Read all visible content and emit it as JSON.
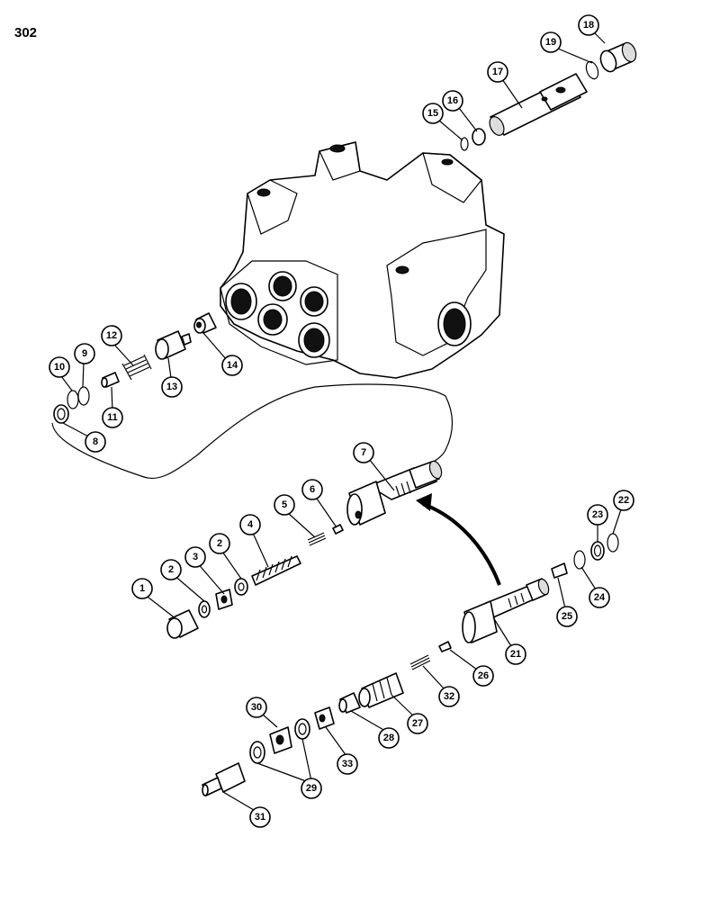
{
  "page": {
    "number": "302"
  },
  "callouts": [
    {
      "label": "1"
    },
    {
      "label": "2"
    },
    {
      "label": "3"
    },
    {
      "label": "2"
    },
    {
      "label": "4"
    },
    {
      "label": "5"
    },
    {
      "label": "6"
    },
    {
      "label": "7"
    },
    {
      "label": "8"
    },
    {
      "label": "9"
    },
    {
      "label": "10"
    },
    {
      "label": "11"
    },
    {
      "label": "12"
    },
    {
      "label": "13"
    },
    {
      "label": "14"
    },
    {
      "label": "15"
    },
    {
      "label": "16"
    },
    {
      "label": "17"
    },
    {
      "label": "18"
    },
    {
      "label": "19"
    },
    {
      "label": "21"
    },
    {
      "label": "22"
    },
    {
      "label": "23"
    },
    {
      "label": "24"
    },
    {
      "label": "25"
    },
    {
      "label": "26"
    },
    {
      "label": "27"
    },
    {
      "label": "28"
    },
    {
      "label": "29"
    },
    {
      "label": "30"
    },
    {
      "label": "31"
    },
    {
      "label": "32"
    },
    {
      "label": "33"
    }
  ]
}
